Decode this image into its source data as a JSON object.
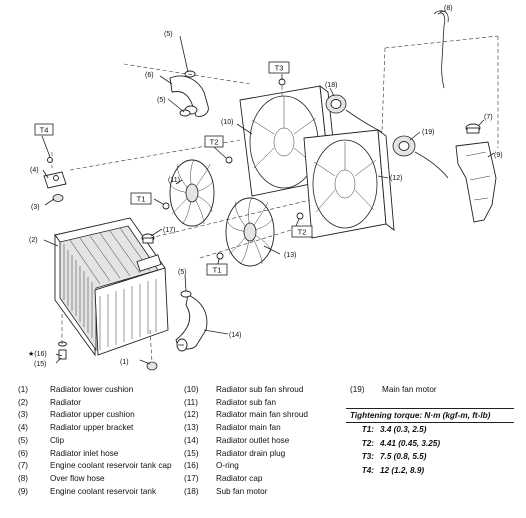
{
  "callouts": {
    "c1": "(1)",
    "c2": "(2)",
    "c3": "(3)",
    "c4": "(4)",
    "c5a": "(5)",
    "c5b": "(5)",
    "c5c": "(5)",
    "c6": "(6)",
    "c7": "(7)",
    "c8": "(8)",
    "c9": "(9)",
    "c10": "(10)",
    "c11": "(11)",
    "c12": "(12)",
    "c13": "(13)",
    "c14": "(14)",
    "c15": "(15)",
    "c16": "★(16)",
    "c17": "(17)",
    "c18": "(18)",
    "c19": "(19)"
  },
  "torque_tags": {
    "t4": "T4",
    "t3": "T3",
    "t2a": "T2",
    "t2b": "T2",
    "t1a": "T1",
    "t1b": "T1"
  },
  "legend": [
    {
      "num": "(1)",
      "label": "Radiator lower cushion"
    },
    {
      "num": "(2)",
      "label": "Radiator"
    },
    {
      "num": "(3)",
      "label": "Radiator upper cushion"
    },
    {
      "num": "(4)",
      "label": "Radiator upper bracket"
    },
    {
      "num": "(5)",
      "label": "Clip"
    },
    {
      "num": "(6)",
      "label": "Radiator inlet hose"
    },
    {
      "num": "(7)",
      "label": "Engine coolant reservoir tank cap"
    },
    {
      "num": "(8)",
      "label": "Over flow hose"
    },
    {
      "num": "(9)",
      "label": "Engine coolant reservoir tank"
    },
    {
      "num": "(10)",
      "label": "Radiator sub fan shroud"
    },
    {
      "num": "(11)",
      "label": "Radiator sub fan"
    },
    {
      "num": "(12)",
      "label": "Radiator main fan shroud"
    },
    {
      "num": "(13)",
      "label": "Radiator main fan"
    },
    {
      "num": "(14)",
      "label": "Radiator outlet hose"
    },
    {
      "num": "(15)",
      "label": "Radiator drain plug"
    },
    {
      "num": "(16)",
      "label": "O-ring"
    },
    {
      "num": "(17)",
      "label": "Radiator cap"
    },
    {
      "num": "(18)",
      "label": "Sub fan motor"
    },
    {
      "num": "(19)",
      "label": "Main fan motor"
    }
  ],
  "torque": {
    "title": "Tightening torque: N·m (kgf-m, ft-lb)",
    "rows": [
      {
        "code": "T1:",
        "value": "3.4 (0.3, 2.5)"
      },
      {
        "code": "T2:",
        "value": "4.41 (0.45, 3.25)"
      },
      {
        "code": "T3:",
        "value": "7.5 (0.8, 5.5)"
      },
      {
        "code": "T4:",
        "value": "12 (1.2, 8.9)"
      }
    ]
  }
}
